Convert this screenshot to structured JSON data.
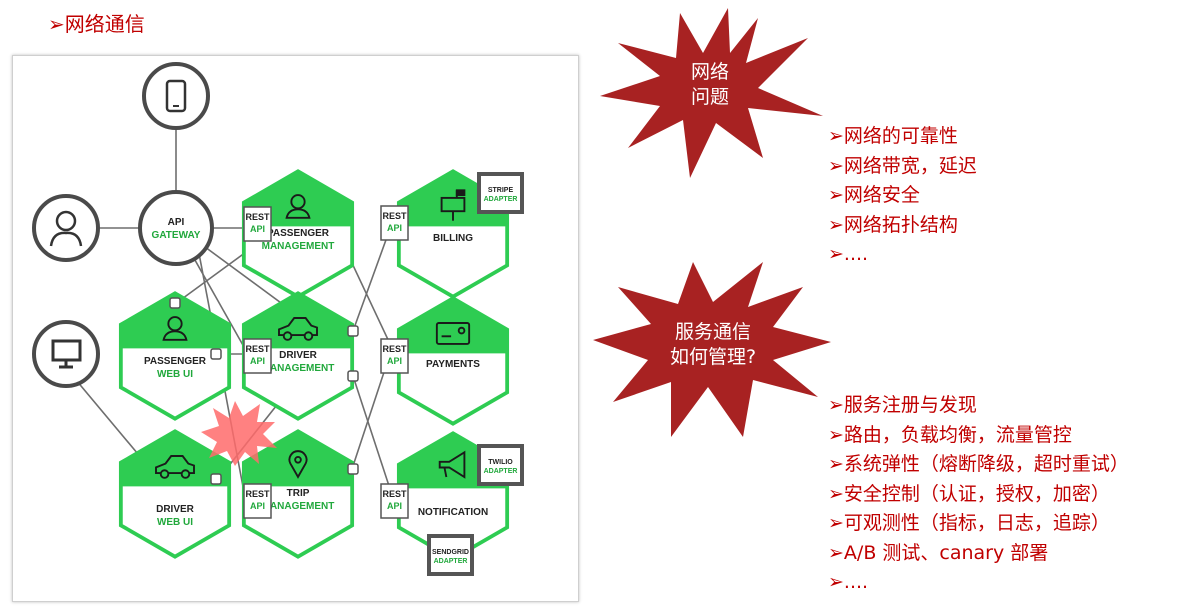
{
  "title": "➢网络通信",
  "burst1": {
    "line1": "网络",
    "line2": "问题"
  },
  "burst2": {
    "line1": "服务通信",
    "line2": "如何管理?"
  },
  "list1": [
    "➢网络的可靠性",
    "➢网络带宽，延迟",
    "➢网络安全",
    "➢网络拓扑结构",
    "➢...."
  ],
  "list2": [
    "➢服务注册与发现",
    "➢路由，负载均衡，流量管控",
    "➢系统弹性（熔断降级，超时重试）",
    "➢安全控制（认证，授权，加密）",
    "➢可观测性（指标，日志，追踪）",
    "➢A/B 测试、canary 部署",
    "➢...."
  ],
  "diagram": {
    "api_gateway": {
      "line1": "API",
      "line2": "GATEWAY"
    },
    "rest": {
      "line1": "REST",
      "line2": "API"
    },
    "passenger_mgmt": {
      "line1": "PASSENGER",
      "line2": "MANAGEMENT"
    },
    "driver_mgmt": {
      "line1": "DRIVER",
      "line2": "MANAGEMENT"
    },
    "trip_mgmt": {
      "line1": "TRIP",
      "line2": "MANAGEMENT"
    },
    "passenger_web": {
      "line1": "PASSENGER",
      "line2": "WEB UI"
    },
    "driver_web": {
      "line1": "DRIVER",
      "line2": "WEB UI"
    },
    "billing": "BILLING",
    "payments": "PAYMENTS",
    "notification": "NOTIFICATION",
    "stripe": {
      "line1": "STRIPE",
      "line2": "ADAPTER"
    },
    "twilio": {
      "line1": "TWILIO",
      "line2": "ADAPTER"
    },
    "sendgrid": {
      "line1": "SENDGRID",
      "line2": "ADAPTER"
    }
  },
  "colors": {
    "accent": "#c00000",
    "burst": "#a82222",
    "hex_green": "#2ecc52",
    "green_text": "#21a83c"
  }
}
